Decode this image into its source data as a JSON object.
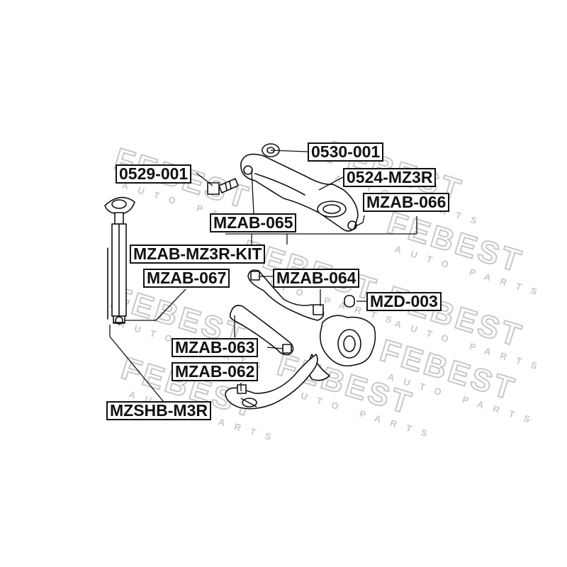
{
  "watermark": {
    "brand": "FEBEST",
    "sub": "AUTO PARTS"
  },
  "labels": {
    "p0530": "0530-001",
    "p0529": "0529-001",
    "p0524": "0524-MZ3R",
    "p066": "MZAB-066",
    "p065": "MZAB-065",
    "kit": "MZAB-MZ3R-KIT",
    "p067": "MZAB-067",
    "p064": "MZAB-064",
    "d003": "MZD-003",
    "p063": "MZAB-063",
    "p062": "MZAB-062",
    "shb": "MZSHB-M3R"
  },
  "colors": {
    "ink": "#111111",
    "watermark": "#c8c8c8"
  }
}
